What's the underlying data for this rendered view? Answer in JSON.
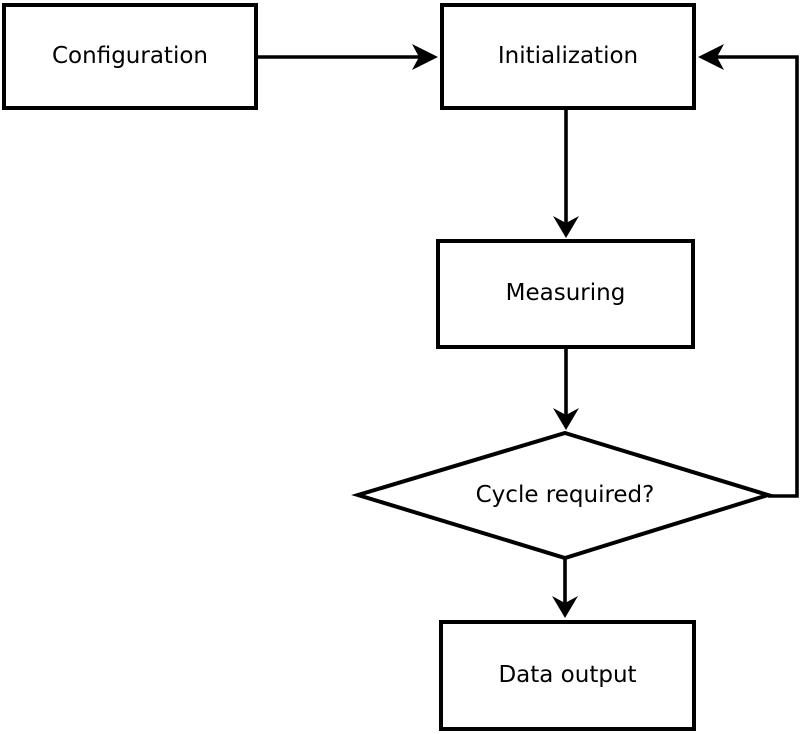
{
  "diagram": {
    "type": "flowchart",
    "background_color": "#ffffff",
    "stroke_color": "#000000",
    "text_color": "#000000",
    "nodes": [
      {
        "id": "configuration",
        "label": "Configuration",
        "shape": "rectangle"
      },
      {
        "id": "initialization",
        "label": "Initialization",
        "shape": "rectangle"
      },
      {
        "id": "measuring",
        "label": "Measuring",
        "shape": "rectangle"
      },
      {
        "id": "cycle-required",
        "label": "Cycle required?",
        "shape": "diamond"
      },
      {
        "id": "data-output",
        "label": "Data output",
        "shape": "rectangle"
      }
    ],
    "edges": [
      {
        "from": "Configuration",
        "to": "Initialization",
        "direction": "right"
      },
      {
        "from": "Initialization",
        "to": "Measuring",
        "direction": "down"
      },
      {
        "from": "Measuring",
        "to": "Cycle required?",
        "direction": "down"
      },
      {
        "from": "Cycle required?",
        "to": "Data output",
        "direction": "down"
      },
      {
        "from": "Cycle required?",
        "to": "Initialization",
        "direction": "loop-right-up"
      }
    ]
  }
}
